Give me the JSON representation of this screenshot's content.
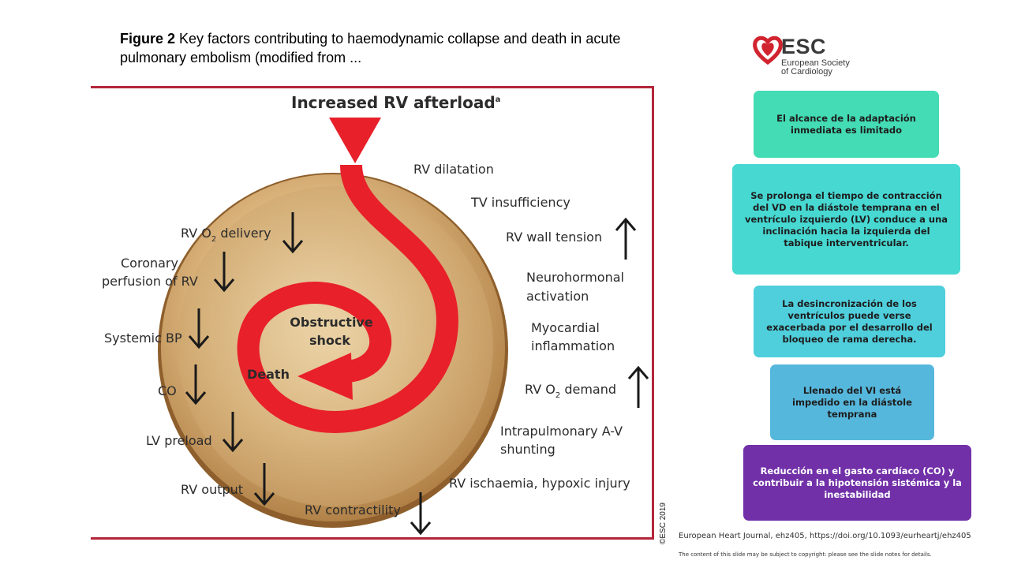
{
  "title": {
    "bold": "Figure 2",
    "text": " Key factors contributing to haemodynamic collapse and death in acute pulmonary embolism (modified from ..."
  },
  "diagram": {
    "header": "Increased RV afterload",
    "header_sup": "a",
    "center_top": "Obstructive",
    "center_bottom": "shock",
    "death": "Death",
    "right_labels": {
      "rv_dilatation": "RV dilatation",
      "tv_insufficiency": "TV insufficiency",
      "rv_wall_tension": "RV wall tension",
      "neuro_1": "Neurohormonal",
      "neuro_2": "activation",
      "myo_1": "Myocardial",
      "myo_2": "inflammation",
      "rv_o2_demand_a": "RV O",
      "rv_o2_demand_sub": "2",
      "rv_o2_demand_b": " demand",
      "intra_1": "Intrapulmonary A-V",
      "intra_2": "shunting",
      "rv_ischaemia": "RV ischaemia, hypoxic injury"
    },
    "left_labels": {
      "rv_o2_delivery_a": "RV O",
      "rv_o2_delivery_sub": "2",
      "rv_o2_delivery_b": " delivery",
      "coronary_1": "Coronary",
      "coronary_2": "perfusion of RV",
      "systemic_bp": "Systemic BP",
      "co": "CO",
      "lv_preload": "LV preload",
      "rv_output": "RV output",
      "rv_contractility": "RV contractility"
    },
    "copyright": "©ESC 2019"
  },
  "logo": {
    "name": "ESC",
    "full_1": "European Society",
    "full_2": "of Cardiology"
  },
  "boxes": [
    "El alcance de la adaptación inmediata es limitado",
    "Se prolonga el tiempo de contracción del VD en la diástole temprana en el ventrículo izquierdo (LV) conduce a una inclinación hacia la izquierda del tabique interventricular.",
    "La desincronización de los ventrículos puede verse exacerbada por el desarrollo del bloqueo de rama derecha.",
    "Llenado del VI está impedido en la diástole temprana",
    "Reducción en el gasto cardíaco (CO) y contribuir a la hipotensión sistémica y la inestabilidad"
  ],
  "citation": "European Heart Journal, ehz405, https://doi.org/10.1093/eurheartj/ehz405",
  "notice": "The content of this slide may be subject to copyright: please see the slide notes for details.",
  "colors": {
    "frame": "#b3263a",
    "spiral": "#e8202a",
    "disc": "#d9b27a",
    "box1": "#43dcb4",
    "box2": "#47d8d2",
    "box3": "#4fcedc",
    "box4": "#56b7dc",
    "box5": "#7130a8"
  }
}
